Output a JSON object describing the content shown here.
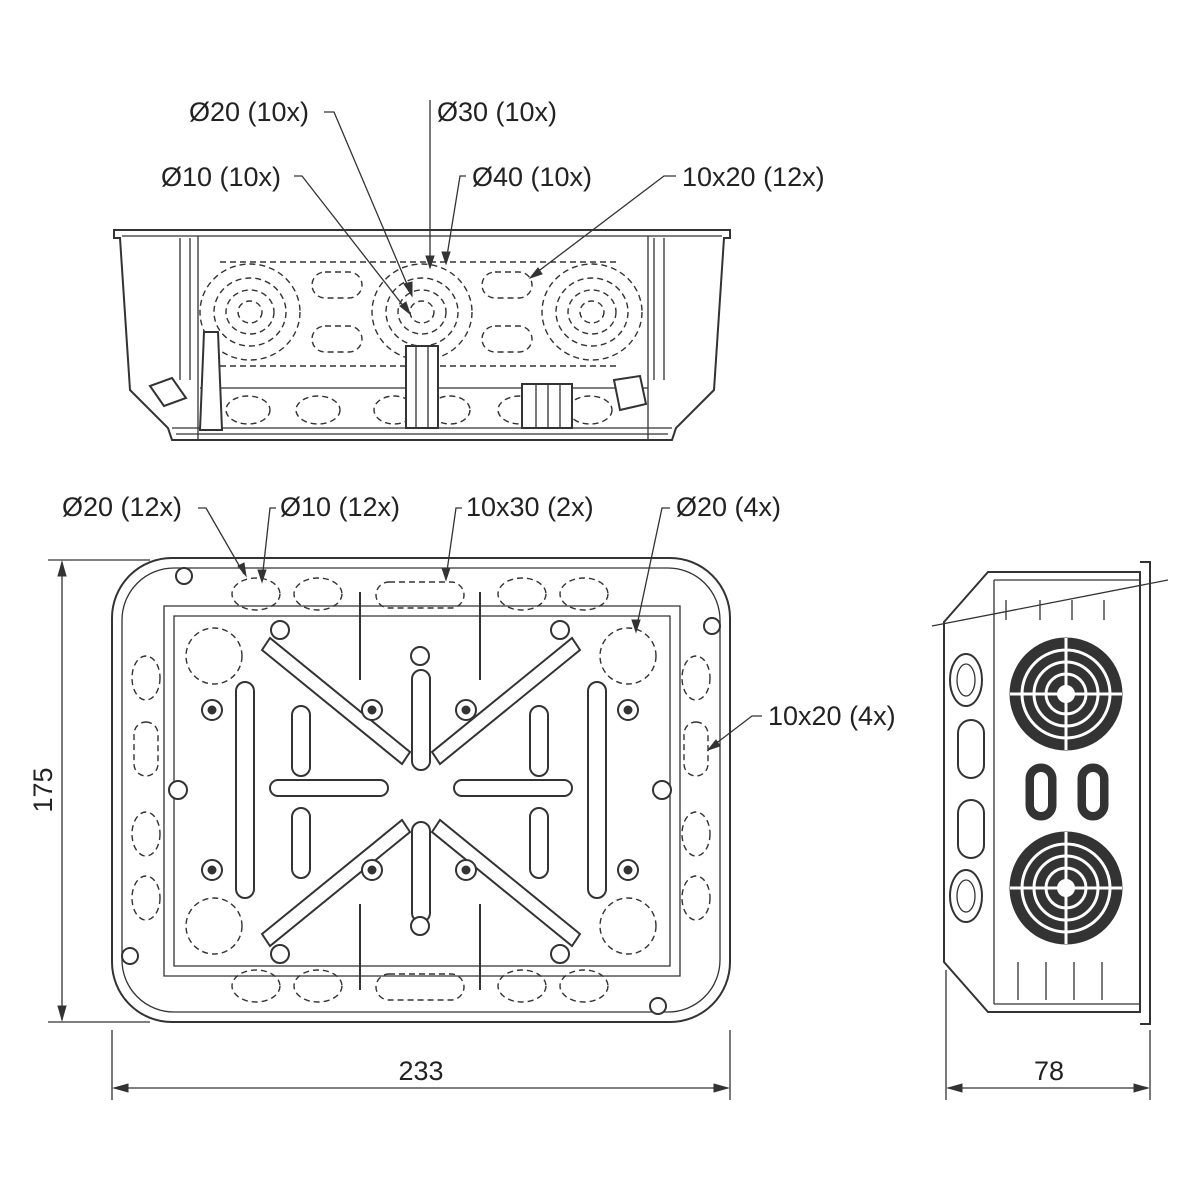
{
  "top_view": {
    "callouts": [
      {
        "text": "Ø20 (10x)"
      },
      {
        "text": "Ø30 (10x)"
      },
      {
        "text": "Ø10 (10x)"
      },
      {
        "text": "Ø40 (10x)"
      },
      {
        "text": "10x20 (12x)"
      }
    ]
  },
  "front_view": {
    "callouts": [
      {
        "text": "Ø20 (12x)"
      },
      {
        "text": "Ø10 (12x)"
      },
      {
        "text": "10x30 (2x)"
      },
      {
        "text": "Ø20 (4x)"
      },
      {
        "text": "10x20 (4x)"
      }
    ],
    "dim_width": "233",
    "dim_height": "175"
  },
  "side_view": {
    "dim_depth": "78"
  }
}
